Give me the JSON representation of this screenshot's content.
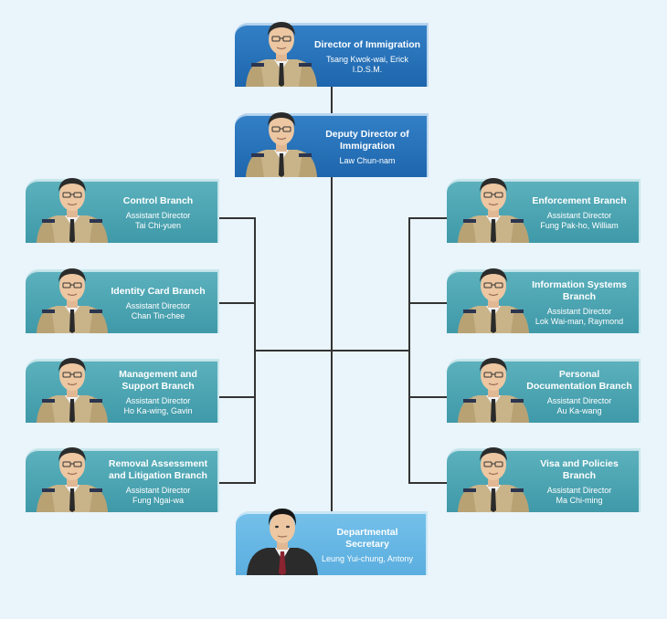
{
  "chart": {
    "director": {
      "title": "Director of Immigration",
      "name": "Tsang Kwok-wai, Erick",
      "honour": "I.D.S.M."
    },
    "deputy": {
      "title": "Deputy Director of Immigration",
      "name": "Law Chun-nam"
    },
    "control": {
      "title": "Control Branch",
      "role": "Assistant Director",
      "name": "Tai Chi-yuen"
    },
    "identity": {
      "title": "Identity Card Branch",
      "role": "Assistant Director",
      "name": "Chan Tin-chee"
    },
    "management": {
      "title": "Management and Support Branch",
      "role": "Assistant Director",
      "name": "Ho Ka-wing, Gavin"
    },
    "removal": {
      "title": "Removal Assessment and Litigation Branch",
      "role": "Assistant Director",
      "name": "Fung Ngai-wa"
    },
    "enforcement": {
      "title": "Enforcement Branch",
      "role": "Assistant Director",
      "name": "Fung Pak-ho, William"
    },
    "infosys": {
      "title": "Information Systems Branch",
      "role": "Assistant Director",
      "name": "Lok Wai-man, Raymond"
    },
    "personal": {
      "title": "Personal Documentation Branch",
      "role": "Assistant Director",
      "name": "Au Ka-wang"
    },
    "visa": {
      "title": "Visa and Policies Branch",
      "role": "Assistant Director",
      "name": "Ma Chi-ming"
    },
    "secretary": {
      "title": "Departmental Secretary",
      "name": "Leung Yui-chung, Antony"
    }
  },
  "colors": {
    "teal": "#4aa3b1",
    "blue": "#2574bb",
    "light_blue": "#66b7e5",
    "background": "#e9f4fb",
    "connector": "#333333"
  }
}
